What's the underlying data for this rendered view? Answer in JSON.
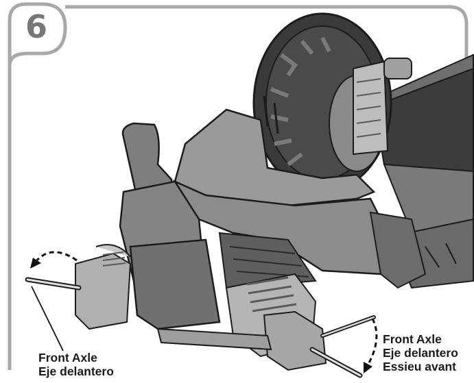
{
  "step": {
    "number": "6"
  },
  "callouts": {
    "left": {
      "lines": [
        "Front Axle",
        "Eje delantero"
      ]
    },
    "right": {
      "lines": [
        "Front Axle",
        "Eje delantero",
        "Essieu avant"
      ]
    }
  },
  "colors": {
    "frame": "#a8a8a8",
    "step_number": "#777777",
    "body_plastic": "#8a8a8a",
    "body_dark": "#4a4a4a",
    "tire": "#3a3a3a",
    "label_text": "#1a1a1a"
  }
}
